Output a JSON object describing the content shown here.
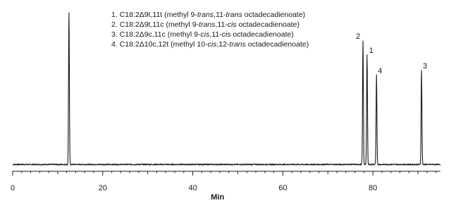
{
  "chart_data": {
    "type": "line",
    "xlabel": "Min",
    "ylabel": "",
    "xlim": [
      0,
      95
    ],
    "ylim": [
      0,
      100
    ],
    "x_ticks": [
      0,
      20,
      40,
      60,
      80
    ],
    "baseline": 3,
    "peaks": [
      {
        "label": "",
        "rt": 12.5,
        "height": 100
      },
      {
        "label": "2",
        "rt": 77.8,
        "height": 82
      },
      {
        "label": "1",
        "rt": 78.7,
        "height": 73
      },
      {
        "label": "4",
        "rt": 80.8,
        "height": 60
      },
      {
        "label": "3",
        "rt": 90.8,
        "height": 63
      }
    ],
    "legend": [
      {
        "num": "1.",
        "code": "C18:2Δ9t,11t",
        "open": "(methyl 9-",
        "iso1": "trans",
        "mid": ",11-",
        "iso2": "trans",
        "tail": " octadecadienoate)"
      },
      {
        "num": "2.",
        "code": "C18:2Δ9t,11c",
        "open": "(methyl 9-",
        "iso1": "trans",
        "mid": ",11-",
        "iso2": "cis",
        "tail": " octadecadienoate)"
      },
      {
        "num": "3.",
        "code": "C18:2Δ9c,11c",
        "open": "(methyl 9-",
        "iso1": "cis",
        "mid": ",11-",
        "iso2": "cis",
        "tail": " octadecadienoate)"
      },
      {
        "num": "4.",
        "code": "C18:2Δ10c,12t",
        "open": "(methyl 10-",
        "iso1": "cis",
        "mid": ",12-",
        "iso2": "trans",
        "tail": " octadecadienoate)"
      }
    ]
  }
}
